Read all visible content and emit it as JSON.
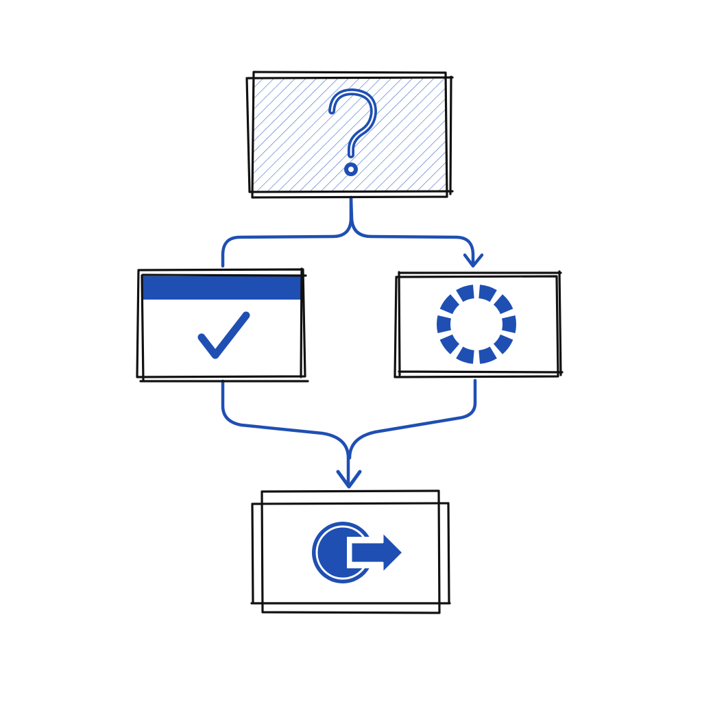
{
  "diagram": {
    "style": "hand-drawn sketch",
    "colors": {
      "ink": "#111111",
      "accent": "#1f4fb3",
      "background": "#ffffff"
    },
    "nodes": [
      {
        "id": "decision",
        "icon": "question-mark-icon",
        "fill": "diagonal-hatch"
      },
      {
        "id": "success",
        "icon": "checkmark-icon",
        "header_bar": true
      },
      {
        "id": "loading",
        "icon": "loading-spinner-icon"
      },
      {
        "id": "exit",
        "icon": "exit-arrow-icon"
      }
    ],
    "edges": [
      {
        "from": "decision",
        "to": "success",
        "arrowhead": false
      },
      {
        "from": "decision",
        "to": "loading",
        "arrowhead": true
      },
      {
        "from": "success",
        "to": "exit",
        "arrowhead": true
      },
      {
        "from": "loading",
        "to": "exit",
        "arrowhead": true
      }
    ]
  }
}
